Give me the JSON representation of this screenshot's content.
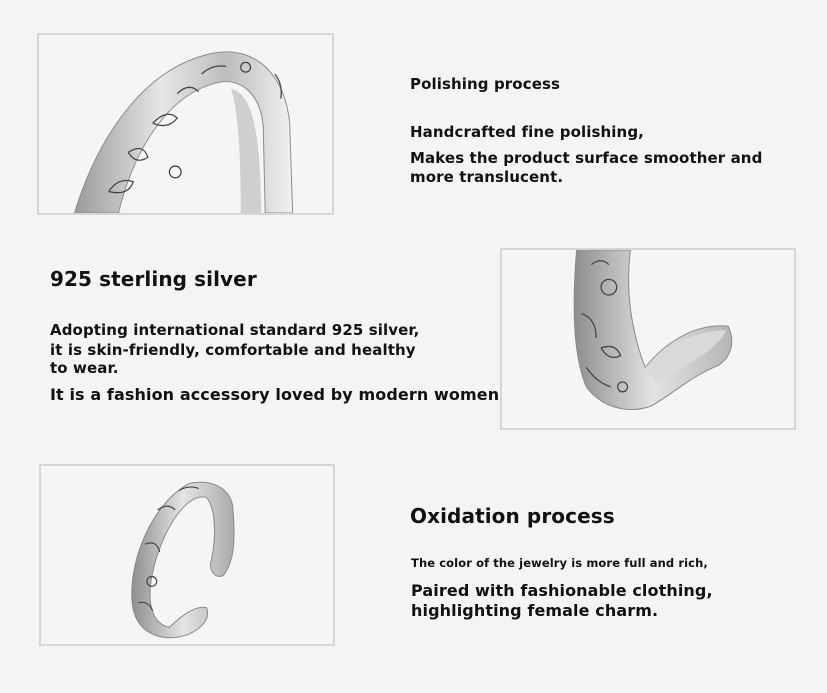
{
  "sections": [
    {
      "title": "Polishing process",
      "lines": [
        "Handcrafted fine polishing,",
        "Makes the product surface smoother and",
        "more translucent."
      ],
      "image": "ring-top-arc-closeup"
    },
    {
      "title": "925 sterling silver",
      "lines": [
        "Adopting international standard 925 silver,",
        "it is skin-friendly, comfortable and healthy",
        "to wear.",
        "It is a fashion accessory loved by modern women."
      ],
      "image": "ring-bottom-curve-closeup"
    },
    {
      "title": "Oxidation process",
      "lines": [
        "The color of the jewelry is more full and rich,",
        "Paired with fashionable clothing,",
        "highlighting female charm."
      ],
      "image": "open-cuff-ring-full"
    }
  ],
  "colors": {
    "background": "#f4f4f4",
    "frame_border": "#d6d6d6",
    "text": "#111111",
    "silver_light": "#e8e8e8",
    "silver_dark": "#6a6a6a"
  }
}
